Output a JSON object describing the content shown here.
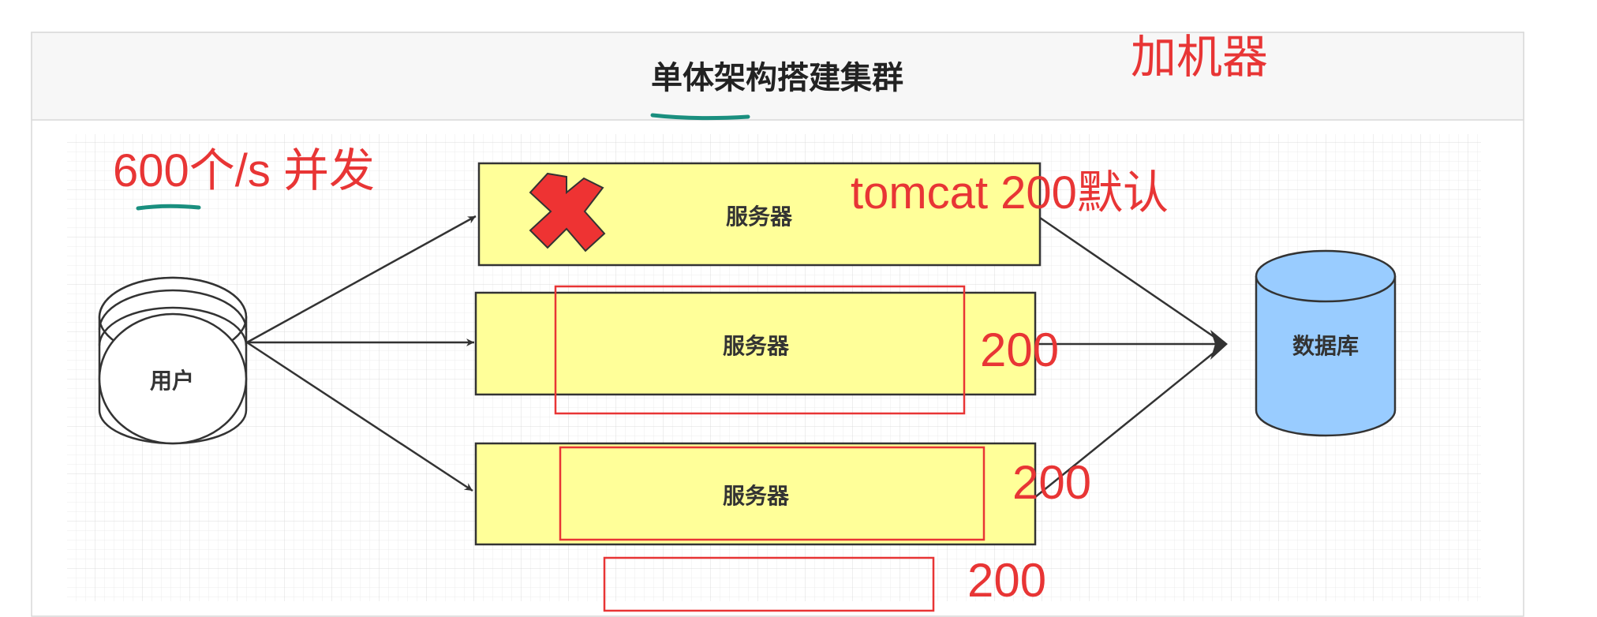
{
  "diagram": {
    "title": "单体架构搭建集群",
    "user_label": "用户",
    "server_label": "服务器",
    "database_label": "数据库"
  },
  "annotations": {
    "add_machines": "加机器",
    "concurrency": "600个/s 并发",
    "tomcat_default": "tomcat 200默认",
    "capacity_server_2": "200",
    "capacity_server_3": "200",
    "capacity_new_server": "200"
  },
  "colors": {
    "server_fill": "#ffff99",
    "database_fill": "#99ccff",
    "annotation_red": "#e83535",
    "underline_teal": "#1a8f7f",
    "cross_red": "#ee3333"
  }
}
